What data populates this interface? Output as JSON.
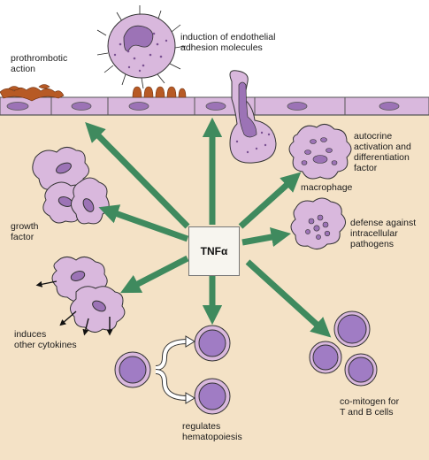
{
  "center_label": "TNFα",
  "labels": {
    "endothelial": "induction of endothelial\nadhesion molecules",
    "prothrombotic": "prothrombotic\naction",
    "autocrine": "autocrine\nactivation and\ndifferentiation\nfactor",
    "macrophage": "macrophage",
    "defense": "defense against\nintracellular\npathogens",
    "growth": "growth\nfactor",
    "cytokines": "induces\nother cytokines",
    "hematopoiesis": "regulates\nhematopoiesis",
    "comitogen": "co-mitogen for\nT and B cells"
  },
  "colors": {
    "background": "#f4e2c6",
    "cell_fill": "#d9b8dd",
    "nucleus_fill": "#9c73b6",
    "lymphocyte_nucleus": "#a07cc4",
    "arrow": "#3f8a5e",
    "platelet": "#b75a25"
  }
}
